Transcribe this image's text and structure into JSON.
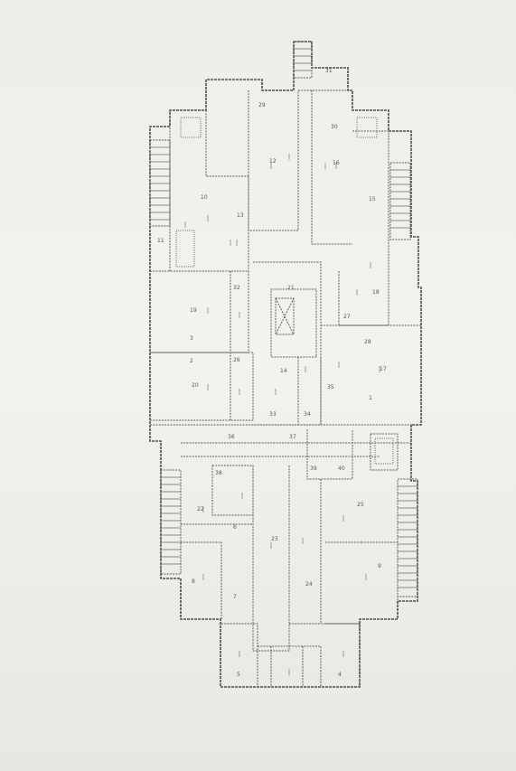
{
  "plan": {
    "room_labels": [
      "10",
      "12",
      "16",
      "15",
      "18",
      "19",
      "20",
      "17",
      "14",
      "13",
      "11",
      "22",
      "23",
      "24",
      "25",
      "9",
      "8",
      "7",
      "6",
      "5",
      "4",
      "3",
      "2",
      "1",
      "27",
      "28",
      "29",
      "30",
      "31",
      "32",
      "21",
      "26",
      "33",
      "34",
      "35",
      "36",
      "37",
      "38",
      "39",
      "40"
    ],
    "stairs": 5,
    "page_count": 1
  }
}
